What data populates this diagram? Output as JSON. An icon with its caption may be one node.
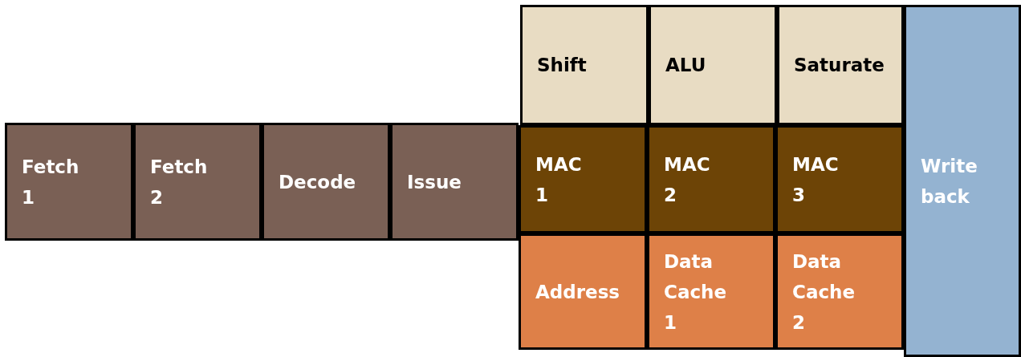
{
  "diagram": {
    "nodes": [
      {
        "text": [
          "Shift"
        ]
      },
      {
        "text": [
          "ALU"
        ]
      },
      {
        "text": [
          "Saturate"
        ]
      },
      {
        "text": [
          "Fetch 1"
        ]
      },
      {
        "text": [
          "Fetch 2"
        ]
      },
      {
        "text": [
          "Decode"
        ]
      },
      {
        "text": [
          "Issue"
        ]
      },
      {
        "text": [
          "MAC 1"
        ]
      },
      {
        "text": [
          "MAC 2"
        ]
      },
      {
        "text": [
          "MAC 3"
        ]
      },
      {
        "text": [
          "Write back"
        ]
      },
      {
        "text": [
          "Address"
        ]
      },
      {
        "text": [
          "Data Cache 1"
        ]
      },
      {
        "text": [
          "Data Cache 2"
        ]
      }
    ]
  }
}
